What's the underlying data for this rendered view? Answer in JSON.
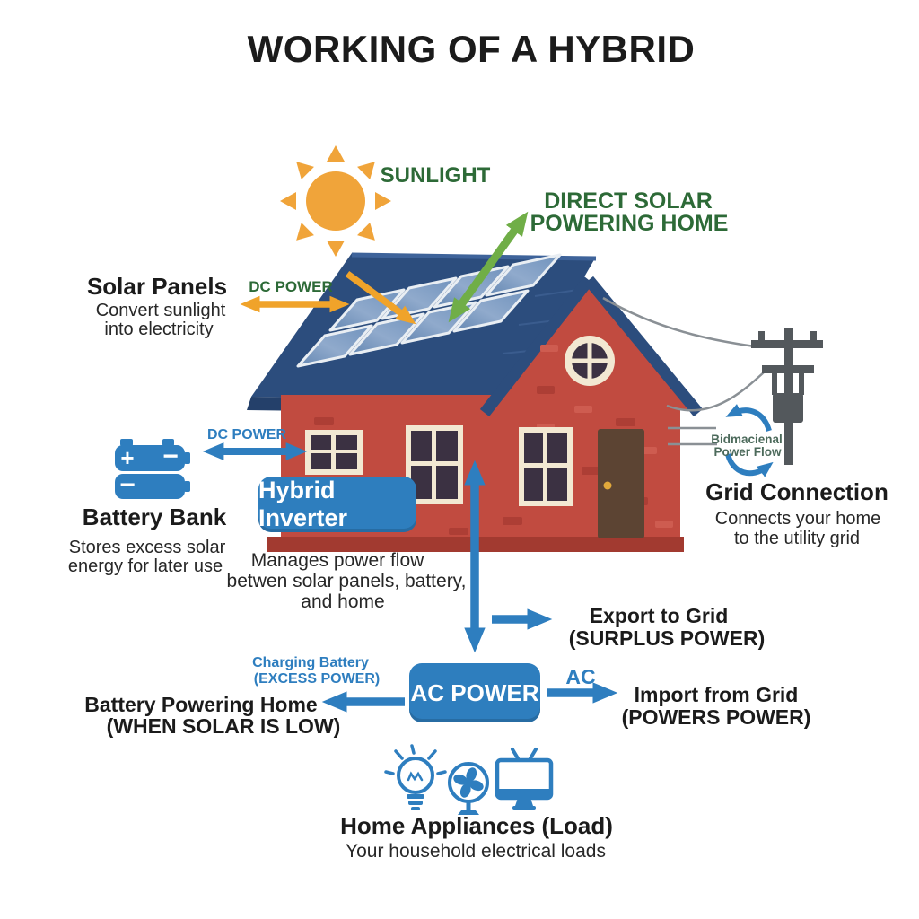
{
  "title": "WORKING OF A HYBRID",
  "sun": {
    "label": "SUNLIGHT"
  },
  "direct_solar": {
    "line1": "DIRECT SOLAR",
    "line2": "POWERING HOME"
  },
  "solar_panels": {
    "heading": "Solar Panels",
    "desc_line1": "Convert sunlight",
    "desc_line2": "into electricity",
    "arrow_label": "DC POWER"
  },
  "battery": {
    "heading": "Battery Bank",
    "desc_line1": "Stores excess solar",
    "desc_line2": "energy for later use",
    "arrow_label": "DC POWER",
    "icon_plus": "+",
    "icon_minus": "−",
    "icon_minus2": "−"
  },
  "inverter": {
    "label": "Hybrid Inverter",
    "desc_line1": "Manages power flow",
    "desc_line2": "betwen solar panels, battery,",
    "desc_line3": "and home"
  },
  "grid": {
    "heading": "Grid Connection",
    "desc_line1": "Connects your home",
    "desc_line2": "to the utility grid",
    "flow_line1": "Bidmacienal",
    "flow_line2": "Power Flow"
  },
  "export_grid": {
    "line1": "Export to Grid",
    "line2": "(SURPLUS POWER)"
  },
  "charging_battery": {
    "line1": "Charging Battery",
    "line2": "(EXCESS POWER)"
  },
  "battery_powering_home": {
    "line1": "Battery Powering Home",
    "line2": "(WHEN SOLAR IS LOW)"
  },
  "ac_power": {
    "label": "AC POWER",
    "arrow_label": "AC"
  },
  "import_grid": {
    "line1": "Import from Grid",
    "line2": "(POWERS POWER)"
  },
  "appliances": {
    "heading": "Home Appliances (Load)",
    "desc": "Your household electrical loads"
  },
  "colors": {
    "accent_blue": "#2E7EBF",
    "text_green": "#2D6A37",
    "arrow_green": "#70AE47",
    "arrow_orange": "#F0A32A",
    "house_red": "#C14B40",
    "roof_blue": "#2C4D7D",
    "text_dark": "#1E1E1E",
    "flow_text": "#4C6A5B"
  }
}
